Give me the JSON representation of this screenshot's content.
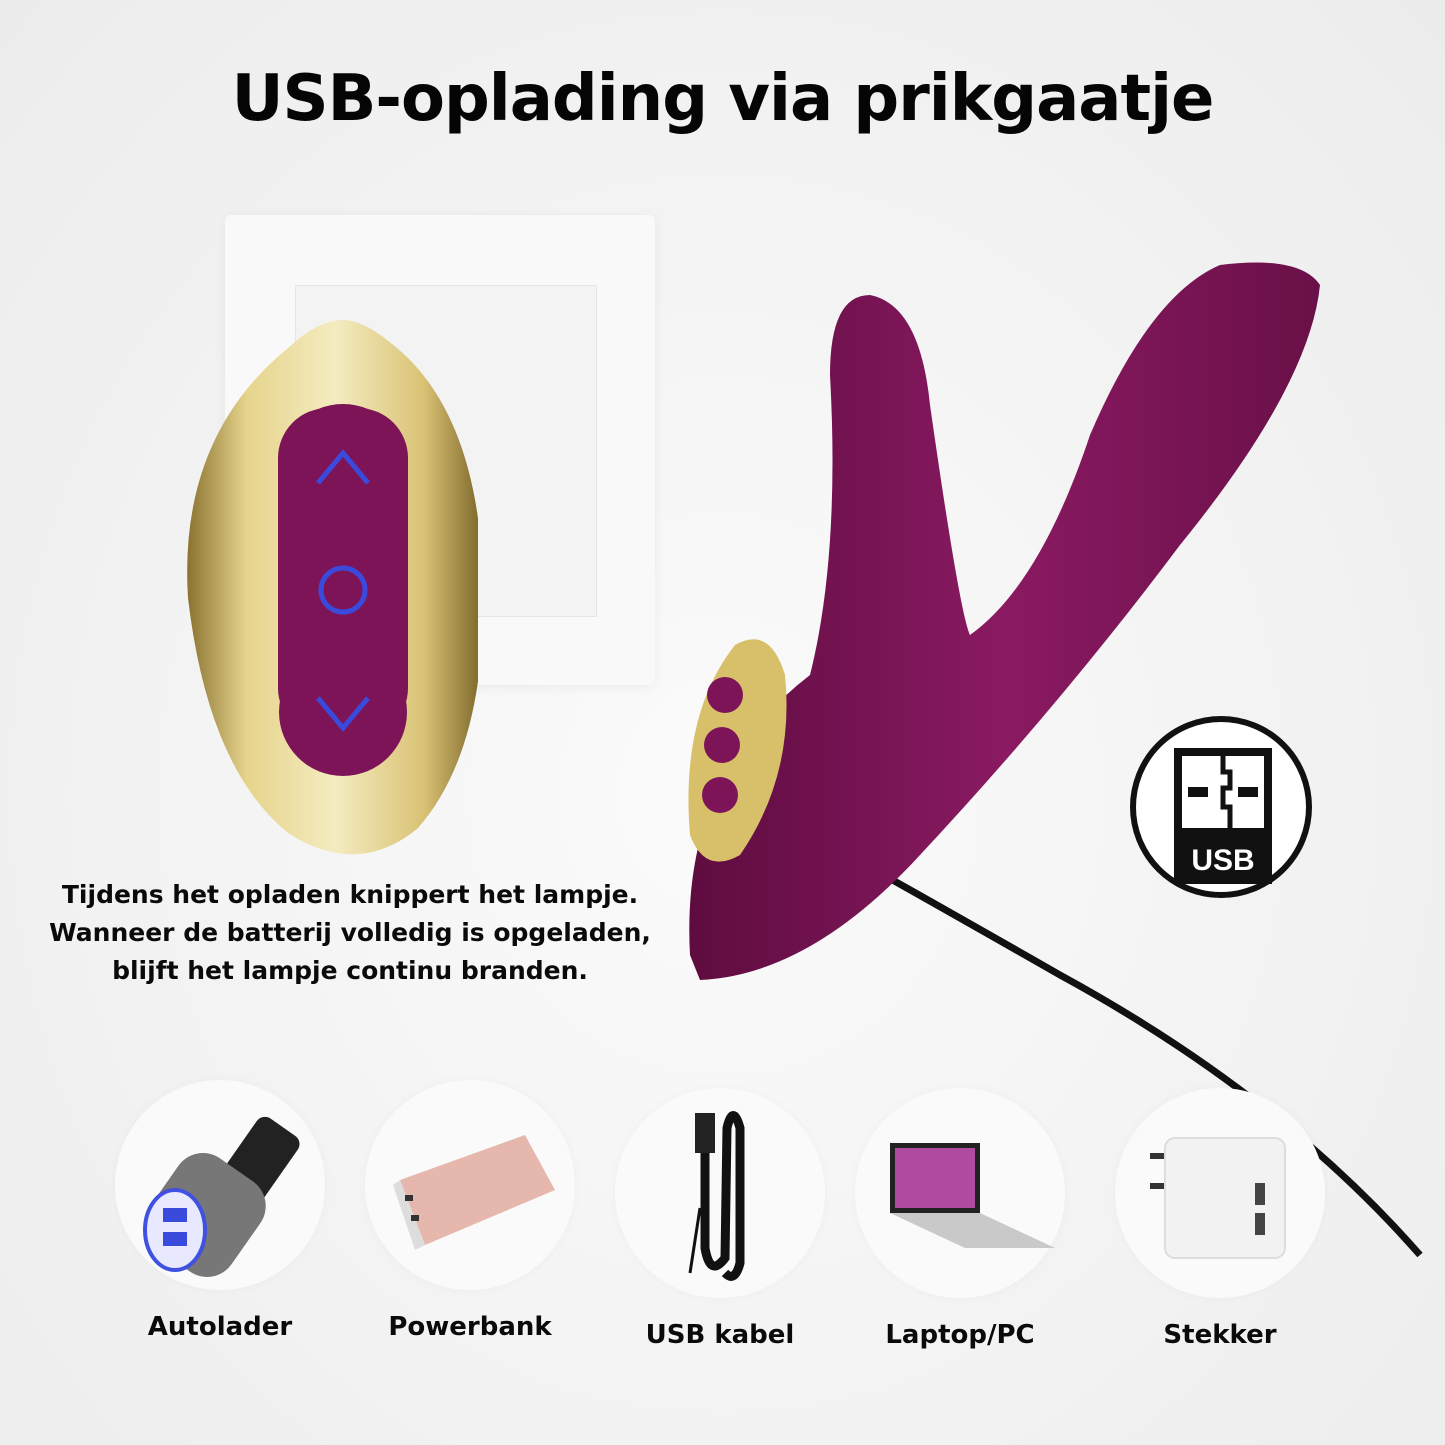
{
  "title": "USB-oplading via prikgaatje",
  "description": {
    "lines": [
      "Tijdens het opladen knippert het lampje.",
      "Wanneer de batterij volledig is opgeladen,",
      "blijft het lampje continu branden."
    ]
  },
  "remote": {
    "buttons": [
      "up-arrow",
      "power-circle",
      "down-arrow"
    ],
    "colors": {
      "gold": "#c9b05a",
      "purple": "#7a1a5a",
      "button_icon": "#3a4adc"
    }
  },
  "usb_badge": {
    "label": "USB"
  },
  "charging_options": [
    {
      "label": "Autolader",
      "icon": "car-charger-icon"
    },
    {
      "label": "Powerbank",
      "icon": "powerbank-icon"
    },
    {
      "label": "USB kabel",
      "icon": "usb-cable-icon"
    },
    {
      "label": "Laptop/PC",
      "icon": "laptop-icon"
    },
    {
      "label": "Stekker",
      "icon": "wall-plug-icon"
    }
  ],
  "colors": {
    "device_purple": "#7d1458",
    "cable": "#111111",
    "text": "#050505"
  }
}
